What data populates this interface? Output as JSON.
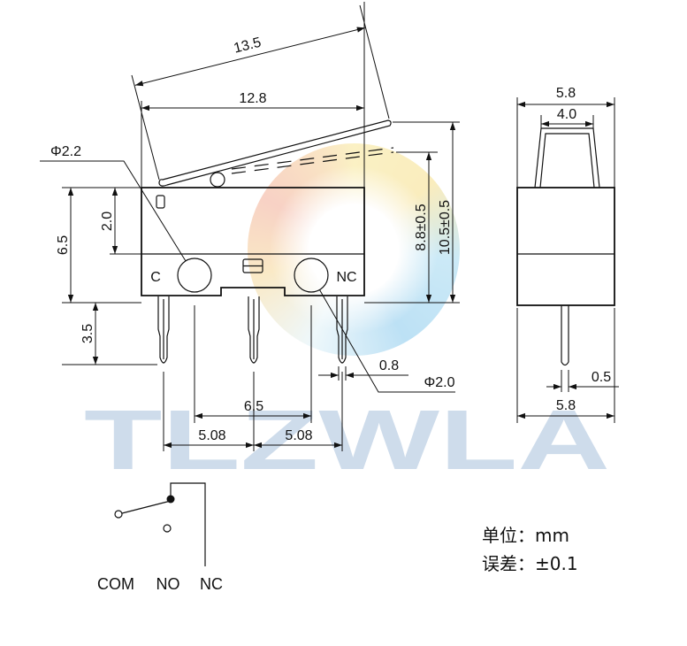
{
  "watermark": {
    "text": "TLZWLA"
  },
  "colors": {
    "line": "#111111",
    "watermark": "#c6d6e8"
  },
  "front_view": {
    "labels": {
      "common_pin": "C",
      "nc_pin": "NC"
    },
    "dimensions": {
      "lever_length": "13.5",
      "body_length": "12.8",
      "c_hole_diameter": "Φ2.2",
      "body_height": "6.5",
      "hole_top_offset": "2.0",
      "pin_length": "3.5",
      "operating_height": "8.8±0.5",
      "free_height": "10.5±0.5",
      "pin_width": "0.8",
      "nc_hole_diameter": "Φ2.0",
      "hole_spacing": "6.5",
      "pin_pitch_left": "5.08",
      "pin_pitch_right": "5.08"
    }
  },
  "side_view": {
    "dimensions": {
      "body_width_top": "5.8",
      "actuator_width": "4.0",
      "pin_thickness": "0.5",
      "body_width_bottom": "5.8"
    }
  },
  "schematic": {
    "com": "COM",
    "no": "NO",
    "nc": "NC"
  },
  "notes": {
    "unit": "单位：mm",
    "tolerance": "误差：±0.1"
  }
}
